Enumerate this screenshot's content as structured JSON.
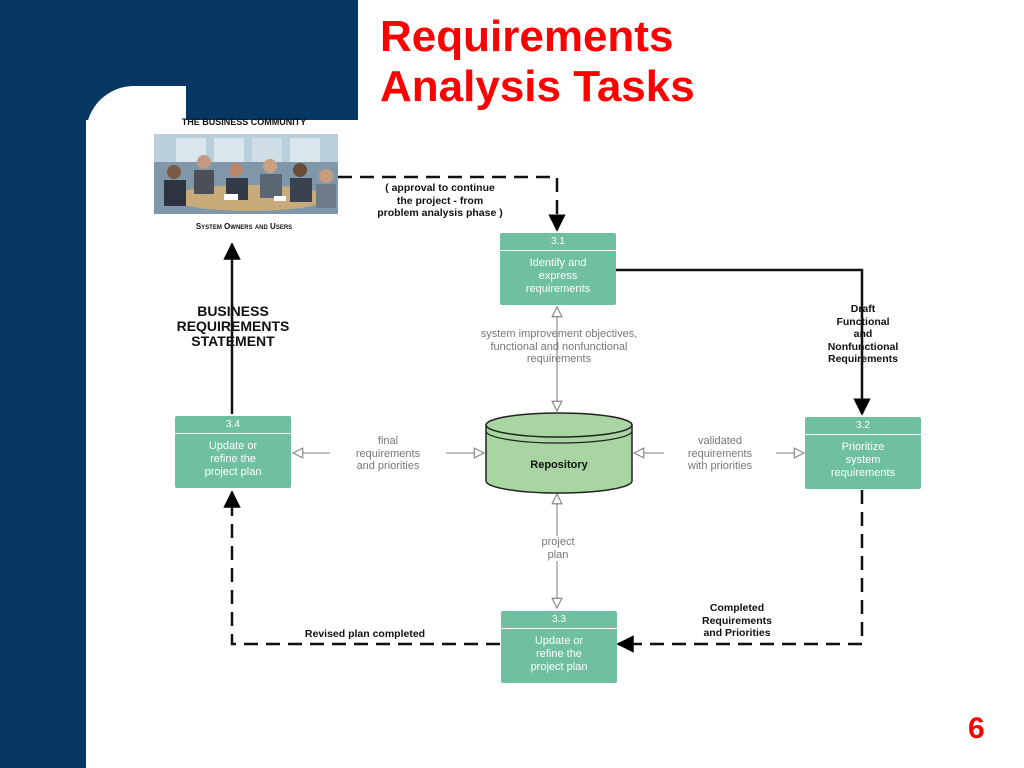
{
  "title": {
    "line1": "Requirements",
    "line2": "Analysis Tasks"
  },
  "page_number": "6",
  "business": {
    "caption": "THE BUSINESS COMMUNITY",
    "owners": "System Owners and Users",
    "statement": [
      "BUSINESS",
      "REQUIREMENTS",
      "STATEMENT"
    ]
  },
  "processes": [
    {
      "id": "3.1",
      "name": [
        "Identify and",
        "express",
        "requirements"
      ]
    },
    {
      "id": "3.2",
      "name": [
        "Prioritize",
        "system",
        "requirements"
      ]
    },
    {
      "id": "3.3",
      "name": [
        "Update or",
        "refine the",
        "project plan"
      ]
    },
    {
      "id": "3.4",
      "name": [
        "Update or",
        "refine the",
        "project plan"
      ]
    }
  ],
  "repository": "Repository",
  "flows": {
    "approval": [
      "( approval to continue",
      "the project - from",
      "problem analysis phase )"
    ],
    "objectives": [
      "system improvement objectives,",
      "functional  and nonfunctional",
      "requirements"
    ],
    "draft": [
      "Draft",
      "Functional",
      "and",
      "Nonfunctional",
      "Requirements"
    ],
    "final": [
      "final",
      "requirements",
      "and priorities"
    ],
    "validated": [
      "validated",
      "requirements",
      "with priorities"
    ],
    "project_plan": [
      "project",
      "plan"
    ],
    "completed": [
      "Completed",
      "Requirements",
      "and Priorities"
    ],
    "revised": "Revised plan completed"
  },
  "colors": {
    "navy": "#073763",
    "title_red": "#ff0000",
    "process_green": "#6fbfa1",
    "repository_green": "#a8d5a2"
  }
}
